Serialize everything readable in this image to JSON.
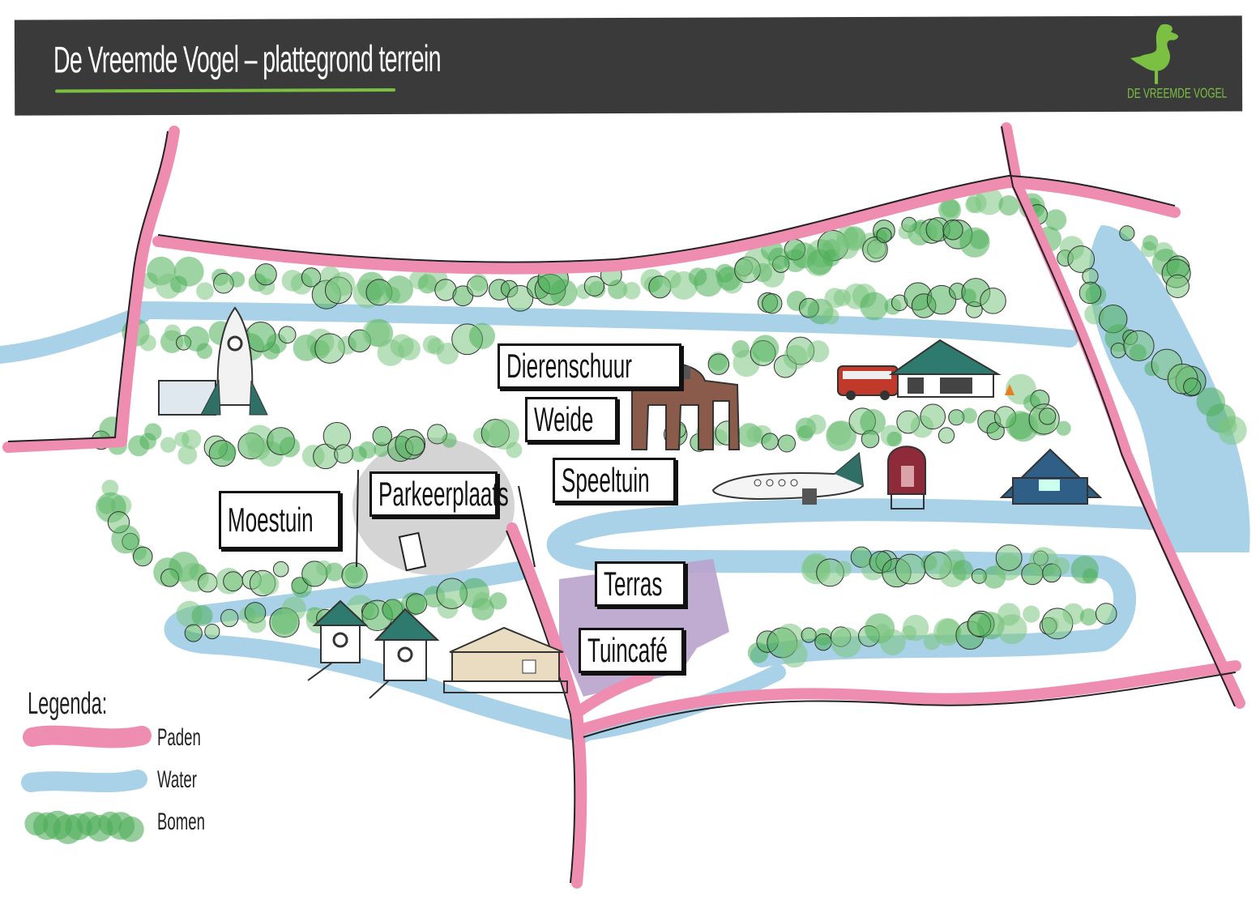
{
  "header": {
    "title": "De Vreemde Vogel – plattegrond terrein",
    "logo_text": "DE VREEMDE VOGEL"
  },
  "labels": {
    "dierenschuur": "Dierenschuur",
    "weide": "Weide",
    "speeltuin": "Speeltuin",
    "moestuin": "Moestuin",
    "parkeerplaats": "Parkeerplaats",
    "terras": "Terras",
    "tuincafe": "Tuincafé"
  },
  "legend": {
    "title": "Legenda:",
    "items": [
      {
        "label": "Paden",
        "color": "#ee8db0"
      },
      {
        "label": "Water",
        "color": "#a9d2e8"
      },
      {
        "label": "Bomen",
        "color": "#4fae5a"
      }
    ]
  },
  "colors": {
    "header": "#3a3a3a",
    "brand_green": "#7bc043"
  }
}
